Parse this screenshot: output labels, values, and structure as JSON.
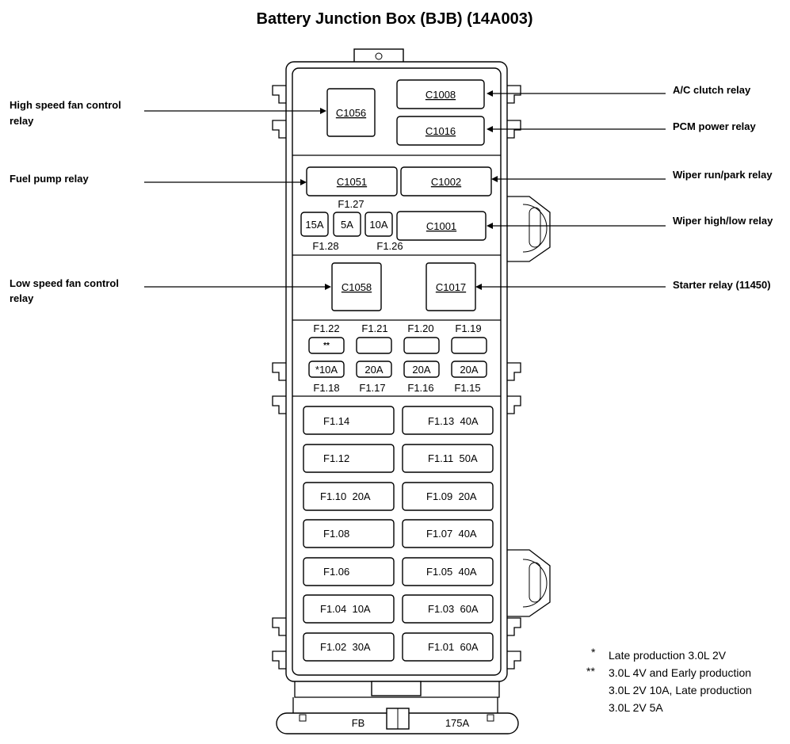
{
  "title": "Battery Junction Box (BJB) (14A003)",
  "left_labels": {
    "high_speed_fan_1": "High speed fan control",
    "high_speed_fan_2": "relay",
    "fuel_pump": "Fuel pump relay",
    "low_speed_fan_1": "Low speed fan control",
    "low_speed_fan_2": "relay"
  },
  "right_labels": {
    "ac_clutch": "A/C clutch relay",
    "pcm_power": "PCM power relay",
    "wiper_run_park": "Wiper run/park relay",
    "wiper_high_low": "Wiper high/low relay",
    "starter": "Starter relay (11450)"
  },
  "relays": {
    "c1056": "C1056",
    "c1008": "C1008",
    "c1016": "C1016",
    "c1051": "C1051",
    "c1002": "C1002",
    "c1001": "C1001",
    "c1058": "C1058",
    "c1017": "C1017"
  },
  "mini_fuses": {
    "f127_label": "F1.27",
    "f128_label": "F1.28",
    "f126_label": "F1.26",
    "f128_value": "15A",
    "f127_value": "5A",
    "f126_value": "10A"
  },
  "row_top_labels": [
    "F1.22",
    "F1.21",
    "F1.20",
    "F1.19"
  ],
  "row_top_values": [
    "**",
    "",
    "",
    ""
  ],
  "row_bottom_values": [
    "*10A",
    "20A",
    "20A",
    "20A"
  ],
  "row_bottom_labels": [
    "F1.18",
    "F1.17",
    "F1.16",
    "F1.15"
  ],
  "maxi_fuses": {
    "left": [
      "F1.14",
      "F1.12",
      "F1.10  20A",
      "F1.08",
      "F1.06",
      "F1.04  10A",
      "F1.02  30A"
    ],
    "right": [
      "F1.13  40A",
      "F1.11  50A",
      "F1.09  20A",
      "F1.07  40A",
      "F1.05  40A",
      "F1.03  60A",
      "F1.01  60A"
    ]
  },
  "bottom": {
    "fb": "FB",
    "amp": "175A"
  },
  "notes": {
    "star1": "*",
    "note1": "Late production 3.0L 2V",
    "star2": "**",
    "note2a": "3.0L 4V and Early production",
    "note2b": "3.0L 2V 10A, Late production",
    "note2c": "3.0L 2V 5A"
  }
}
